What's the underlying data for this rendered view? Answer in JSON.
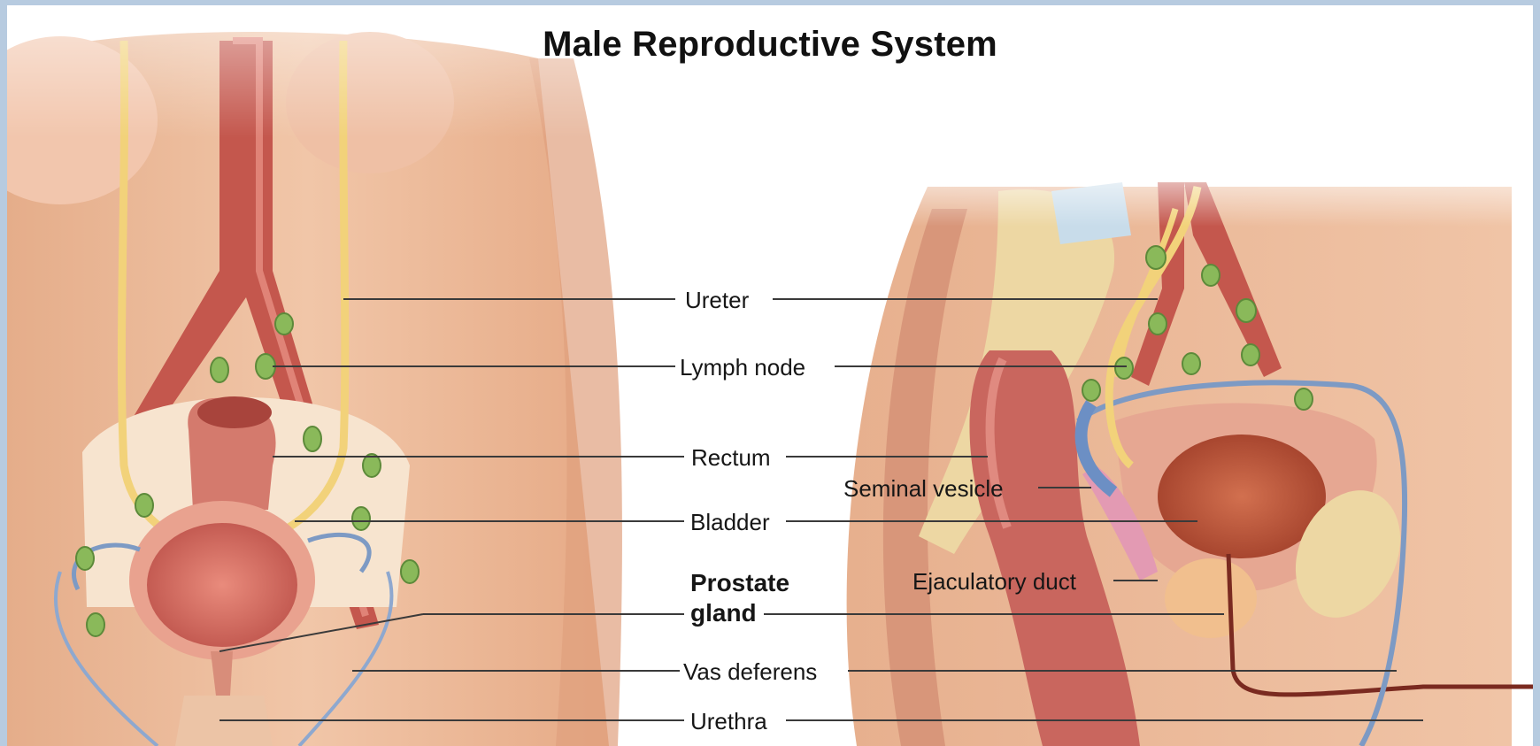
{
  "title": "Male Reproductive System",
  "labels": {
    "ureter": "Ureter",
    "lymph_node": "Lymph node",
    "rectum": "Rectum",
    "seminal_vesicle": "Seminal vesicle",
    "bladder": "Bladder",
    "ejaculatory_duct": "Ejaculatory duct",
    "prostate_line1": "Prostate",
    "prostate_line2": "gland",
    "vas_deferens": "Vas deferens",
    "urethra": "Urethra"
  },
  "colors": {
    "frame": "#b7cbe0",
    "background": "#ffffff",
    "skin": "#e9b693",
    "tissue": "#c9665e",
    "ureter": "#f2d27a",
    "lymph": "#8ab95a",
    "vessel": "#7d9ac4",
    "bone": "#edd7a3",
    "leader_line": "#3a3a3a"
  }
}
